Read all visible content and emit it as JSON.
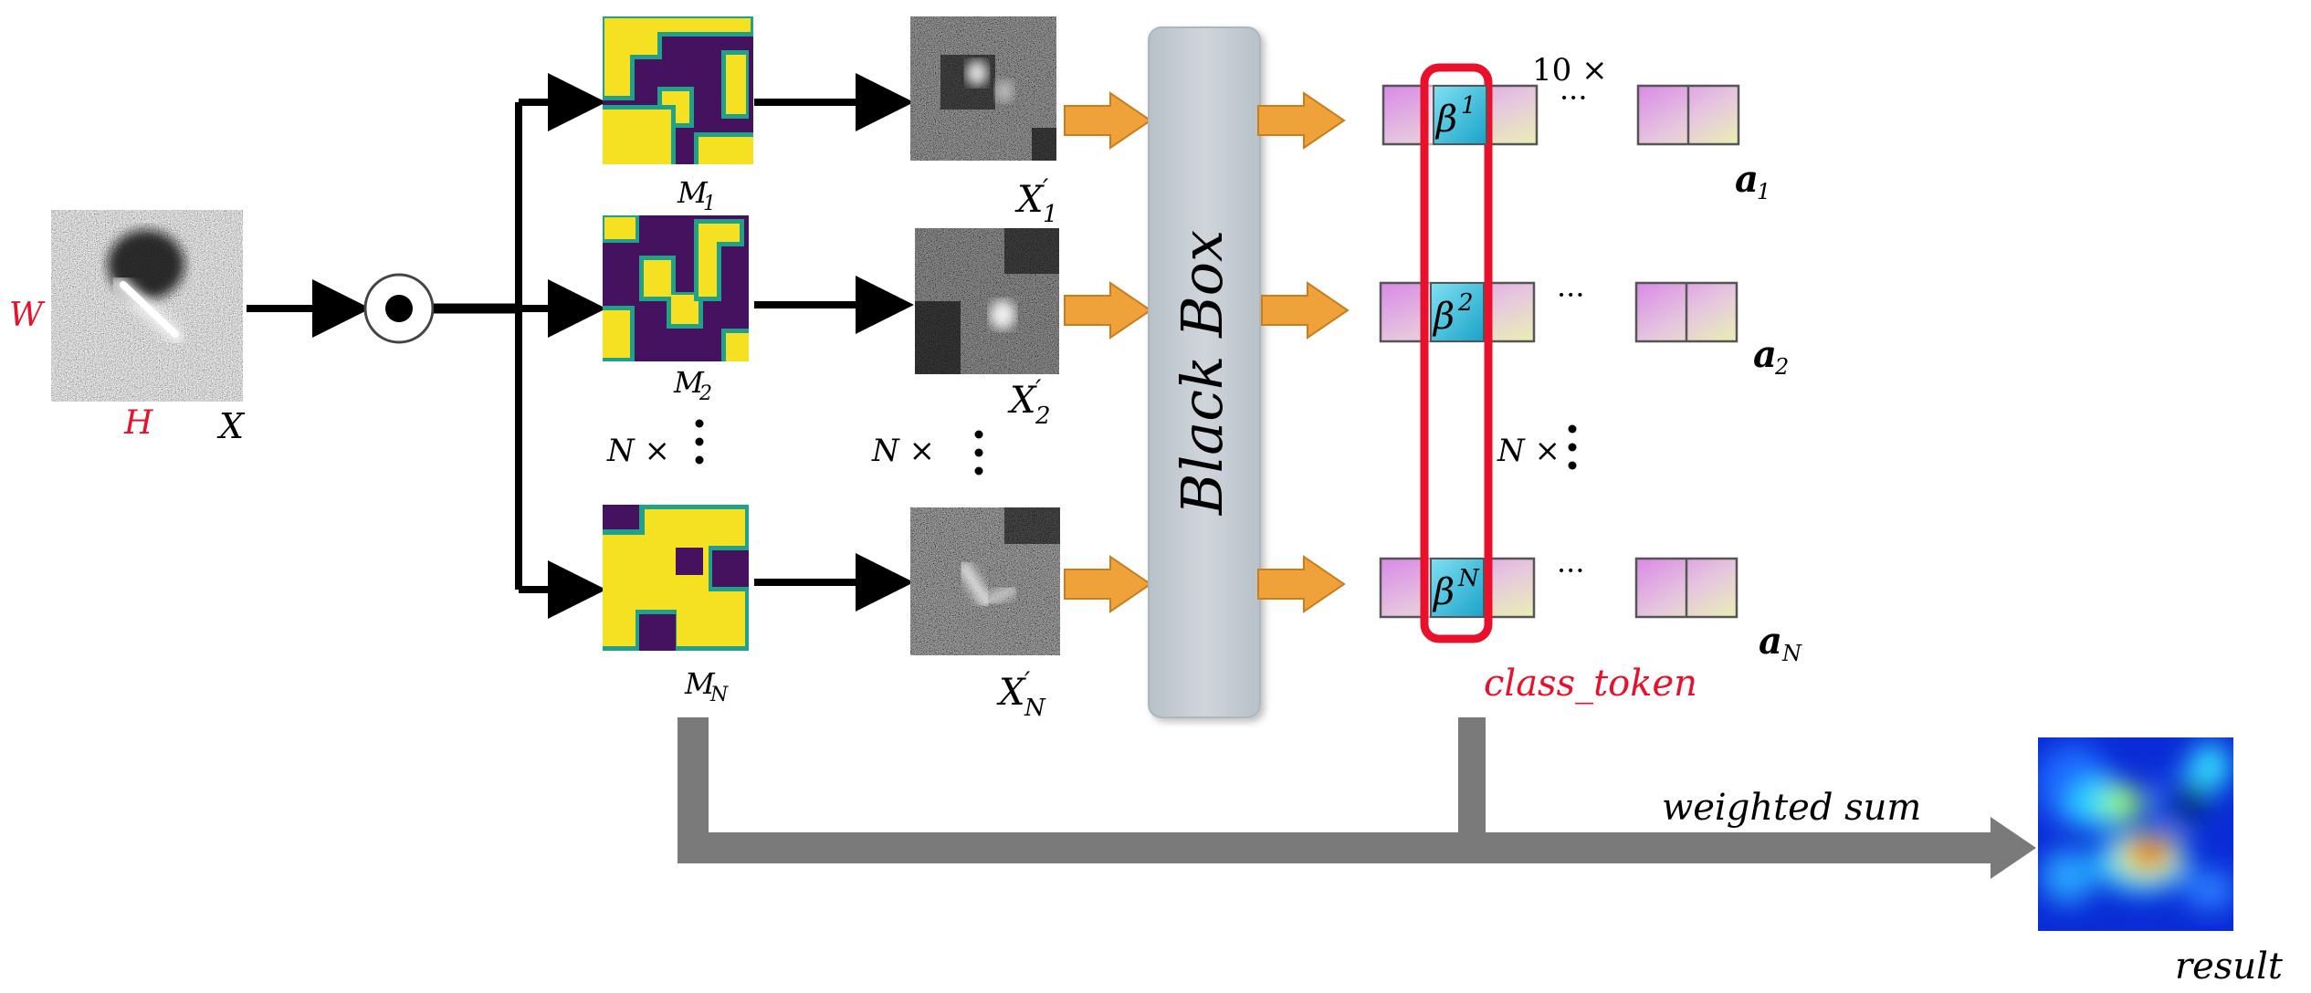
{
  "input": {
    "label": "X",
    "width_label": "W",
    "height_label": "H"
  },
  "operator": {
    "symbol": "⊙",
    "name": "element-wise product"
  },
  "masks": [
    {
      "base": "M",
      "sub": "1"
    },
    {
      "base": "M",
      "sub": "2"
    },
    {
      "base": "M",
      "sub": "N"
    }
  ],
  "masked_inputs": [
    {
      "base": "X",
      "prime": "′",
      "sub": "1"
    },
    {
      "base": "X",
      "prime": "′",
      "sub": "2"
    },
    {
      "base": "X",
      "prime": "′",
      "sub": "N"
    }
  ],
  "repeat_label": "N ×",
  "black_box_label": "Black Box",
  "tokens": [
    {
      "base": "β",
      "sup": "1"
    },
    {
      "base": "β",
      "sup": "2"
    },
    {
      "base": "β",
      "sup": "N"
    }
  ],
  "token_repeat_label": "10 ×",
  "ellipsis": "···",
  "outputs": [
    {
      "base": "a",
      "sub": "1"
    },
    {
      "base": "a",
      "sub": "2"
    },
    {
      "base": "a",
      "sub": "N"
    }
  ],
  "class_token_label": "class_token",
  "weighted_sum_label": "weighted sum",
  "result_label": "result",
  "colors": {
    "arrow_orange": "#f0a23a",
    "highlight_red": "#e8102a",
    "gray_pipe": "#7a7a7a",
    "black_box": "#c5ccd3",
    "mask_yellow": "#f5e022",
    "mask_purple": "#45125f",
    "mask_teal": "#21a18a",
    "token_cyan": "#2ab7d9"
  }
}
